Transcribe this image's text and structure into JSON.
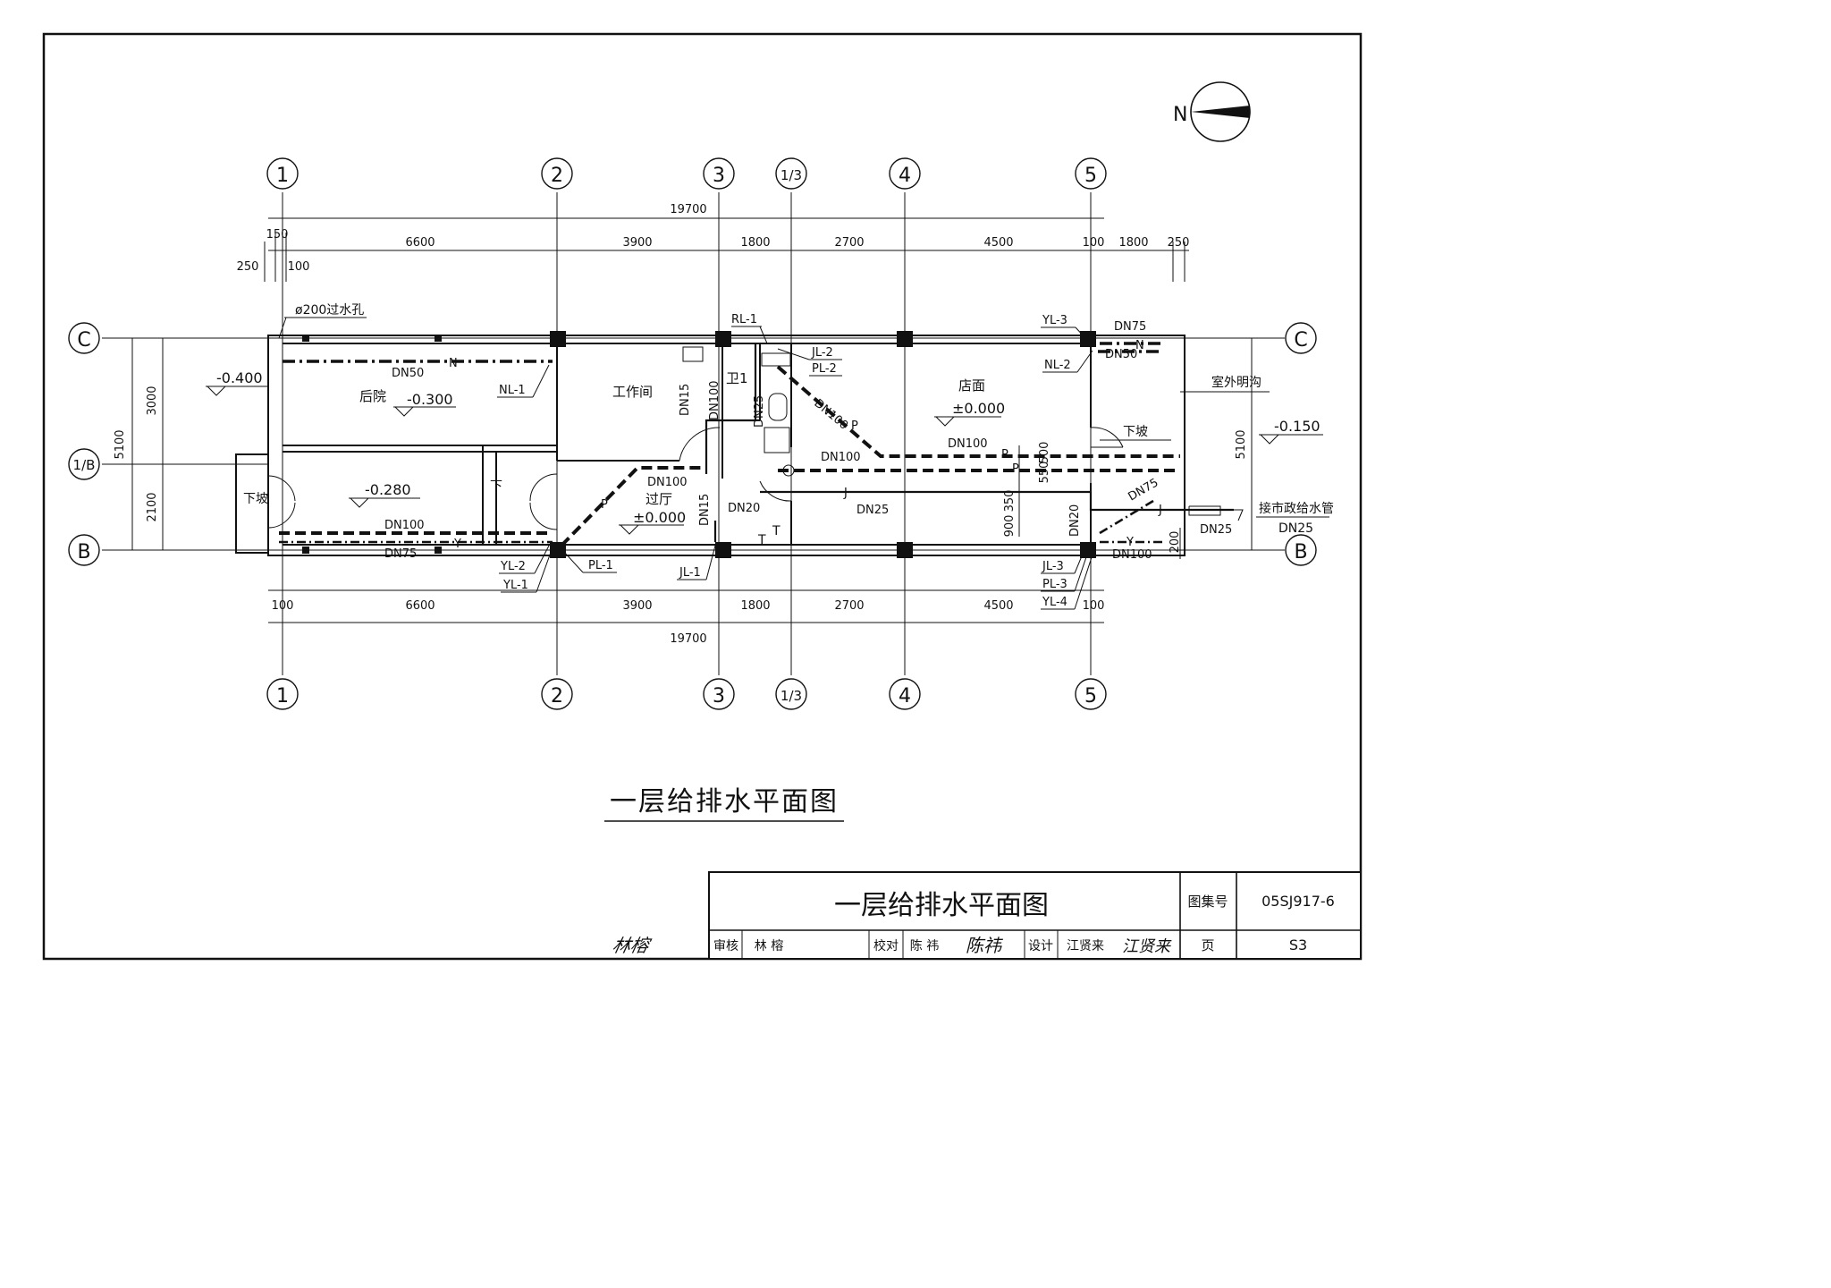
{
  "axes": {
    "columns": [
      "1",
      "2",
      "3",
      "1/3",
      "4",
      "5"
    ],
    "rows": [
      "C",
      "1/B",
      "B"
    ]
  },
  "north_label": "N",
  "dims": {
    "top_total": "19700",
    "top_segments": [
      "6600",
      "3900",
      "1800",
      "2700",
      "4500",
      "100",
      "1800",
      "250"
    ],
    "left_small": [
      "150",
      "250",
      "100"
    ],
    "bottom_total": "19700",
    "bottom_segments": [
      "100",
      "6600",
      "3900",
      "1800",
      "2700",
      "4500",
      "100"
    ],
    "left_vertical": [
      "5100",
      "3000",
      "2100"
    ],
    "right_vertical": [
      "5100"
    ],
    "mid_vertical": [
      "550",
      "500",
      "350",
      "900",
      "200"
    ]
  },
  "rooms": {
    "backyard": "后院",
    "workroom": "工作间",
    "toilet": "卫1",
    "shop": "店面",
    "hall": "过厅"
  },
  "elevations": {
    "backyard_out": "-0.400",
    "backyard": "-0.300",
    "lower_left": "-0.280",
    "shop": "±0.000",
    "hall": "±0.000",
    "outdoor_right": "-0.150"
  },
  "labels": {
    "drain_hole": "ø200过水孔",
    "slope_down_left": "下坡",
    "slope_down_right": "下坡",
    "outdoor_ditch": "室外明沟",
    "municipal_supply": "接市政给水管",
    "municipal_dn": "DN25",
    "stair_up": "下",
    "t1": "T",
    "t2": "T"
  },
  "pipes": {
    "dn50_left": "DN50",
    "n1": "N",
    "dn100_left": "DN100",
    "dn75_left": "DN75",
    "y1": "Y",
    "dn100_hall": "DN100",
    "p_hall": "P",
    "dn15_a": "DN15",
    "dn100_v": "DN100",
    "dn25_v": "DN25",
    "dn15_b": "DN15",
    "dn20_a": "DN20",
    "dn100_diag": "DN100",
    "p_diag": "P",
    "dn100_shop": "DN100",
    "dn100_shop2": "DN100",
    "p2": "P",
    "p3": "P",
    "j1": "J",
    "dn25_mid": "DN25",
    "dn75_top": "DN75",
    "dn50_top": "DN50",
    "n2": "N",
    "dn75_right": "DN75",
    "j2": "J",
    "dn20_b": "DN20",
    "y2": "Y",
    "dn100_right": "DN100",
    "dn25_right": "DN25"
  },
  "risers": {
    "rl1": "RL-1",
    "jl2": "JL-2",
    "pl2": "PL-2",
    "yl3": "YL-3",
    "nl2": "NL-2",
    "nl1": "NL-1",
    "yl2": "YL-2",
    "yl1": "YL-1",
    "pl1": "PL-1",
    "jl1": "JL-1",
    "jl3": "JL-3",
    "pl3": "PL-3",
    "yl4": "YL-4"
  },
  "drawing_title": "一层给排水平面图",
  "title_block": {
    "title": "一层给排水平面图",
    "atlas_label": "图集号",
    "atlas_no": "05SJ917-6",
    "page_label": "页",
    "page_no": "S3",
    "review_label": "审核",
    "reviewer": "林 榕",
    "check_label": "校对",
    "checker": "陈 祎",
    "design_label": "设计",
    "designer": "江贤来",
    "sig_review": "林榕",
    "sig_check": "陈祎",
    "sig_design": "江贤来"
  }
}
